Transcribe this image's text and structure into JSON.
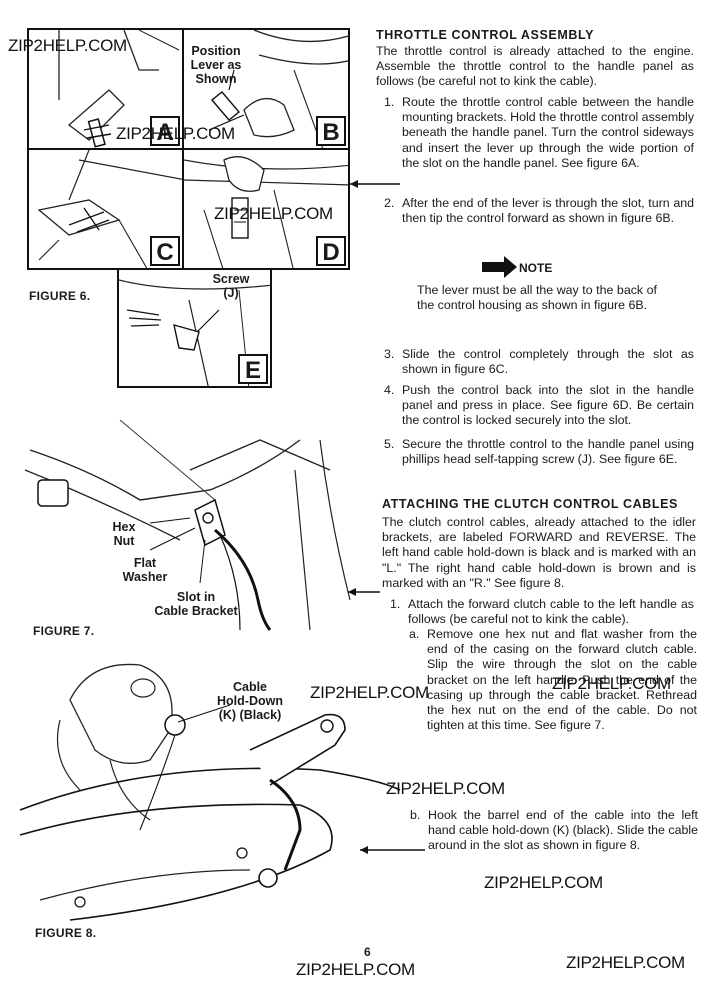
{
  "watermark": "ZIP2HELP.COM",
  "page_number": "6",
  "figure6": {
    "caption": "FIGURE 6.",
    "panels": [
      "A",
      "B",
      "C",
      "D",
      "E"
    ],
    "callout_b": "Position\nLever as\nShown",
    "callout_e": "Screw\n(J)"
  },
  "figure7": {
    "caption": "FIGURE 7.",
    "callout_hex": "Hex\nNut",
    "callout_flat": "Flat\nWasher",
    "callout_slot": "Slot in\nCable Bracket"
  },
  "figure8": {
    "caption": "FIGURE 8.",
    "callout_cable": "Cable\nHold-Down\n(K) (Black)"
  },
  "section1": {
    "heading": "THROTTLE CONTROL ASSEMBLY",
    "intro": "The throttle control is already attached to the engine. Assemble the throttle control to the handle panel as follows (be careful not to kink the cable).",
    "step1_num": "1.",
    "step1": "Route the throttle control cable between the handle mounting brackets. Hold the throttle control assembly beneath the handle panel. Turn the control sideways and insert the lever up through the wide portion of the slot on the handle panel. See figure 6A.",
    "step2_num": "2.",
    "step2": "After the end of the lever is through the slot, turn and then tip the control forward as shown in figure 6B.",
    "note_label": "NOTE",
    "note_text": "The lever must be all the way to the back of the control housing as shown in figure 6B.",
    "step3_num": "3.",
    "step3": "Slide the control completely through the slot as shown in figure 6C.",
    "step4_num": "4.",
    "step4": "Push the control back into the slot in the handle panel and press in place. See figure 6D. Be certain the control is locked securely into the slot.",
    "step5_num": "5.",
    "step5": "Secure the throttle control to the handle panel using phillips head self-tapping screw (J). See figure 6E."
  },
  "section2": {
    "heading": "ATTACHING THE CLUTCH CONTROL CABLES",
    "intro": "The clutch control cables, already attached to the idler brackets, are labeled FORWARD and REVERSE. The left hand cable hold-down is black and is marked with an \"L.\" The right hand cable hold-down is brown and is marked with an \"R.\" See figure 8.",
    "step1_num": "1.",
    "step1": "Attach the forward clutch cable to the left handle as follows (be careful not to kink the cable).",
    "stepa_num": "a.",
    "stepa": "Remove one hex nut and flat washer from the end of the casing on the forward clutch cable. Slip the wire through the slot on the cable bracket on the left handle. Push the end of the casing up through the cable bracket. Rethread the hex nut on the end of the cable. Do not tighten at this time. See figure 7.",
    "stepb_num": "b.",
    "stepb": "Hook the barrel end of the cable into the left hand cable hold-down (K) (black). Slide the cable around in the slot as shown in figure 8."
  }
}
